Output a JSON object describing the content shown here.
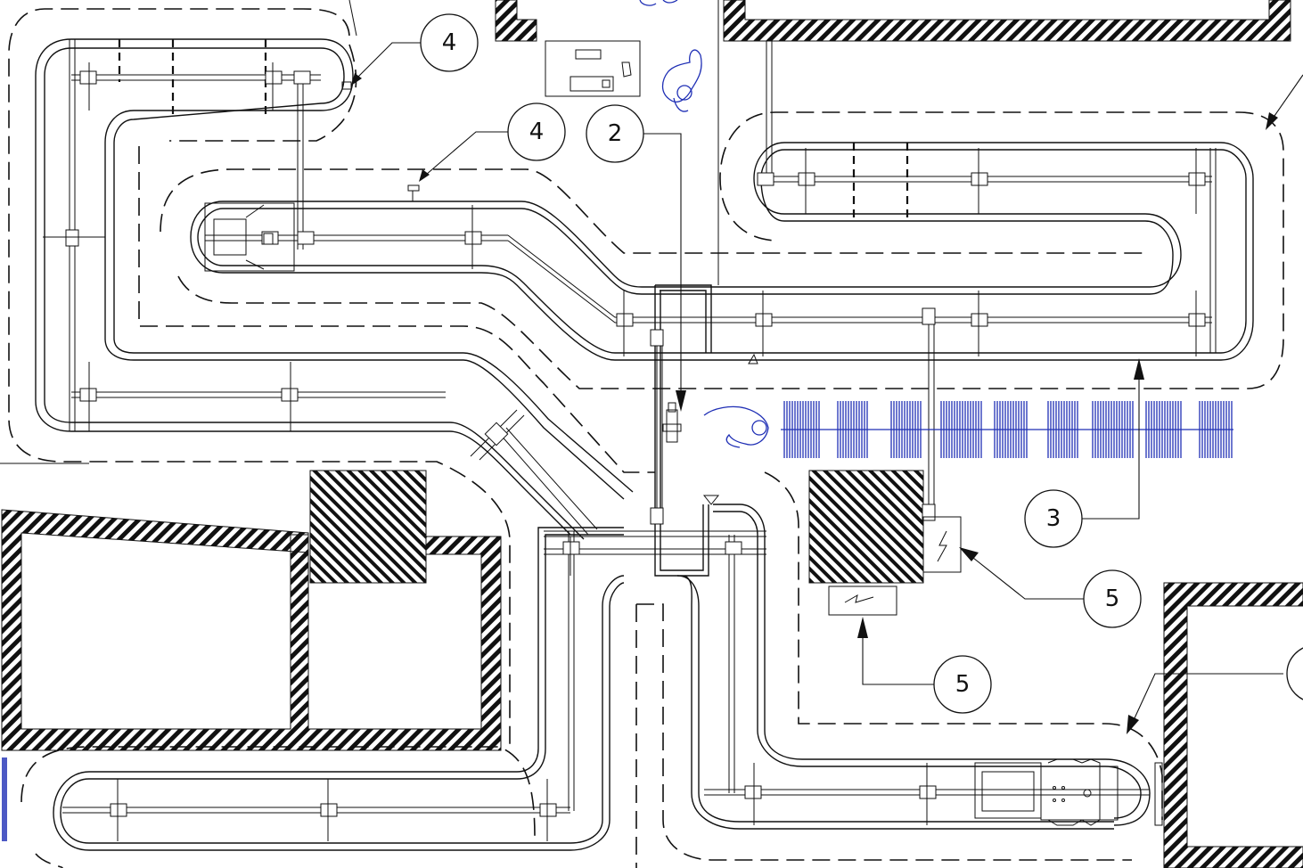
{
  "callouts": [
    {
      "id": "callout-4-top",
      "label": "4"
    },
    {
      "id": "callout-4-mid",
      "label": "4"
    },
    {
      "id": "callout-2",
      "label": "2"
    },
    {
      "id": "callout-3",
      "label": "3"
    },
    {
      "id": "callout-5-right",
      "label": "5"
    },
    {
      "id": "callout-5-bottom",
      "label": "5"
    }
  ],
  "colors": {
    "line": "#111111",
    "operator_symbols": "#1f2fb5",
    "background": "#ffffff"
  },
  "icons": [
    "operator-icon",
    "workstation-desk-icon",
    "electrical-cabinet-icon",
    "lightning-icon",
    "storage-rack-icon"
  ]
}
